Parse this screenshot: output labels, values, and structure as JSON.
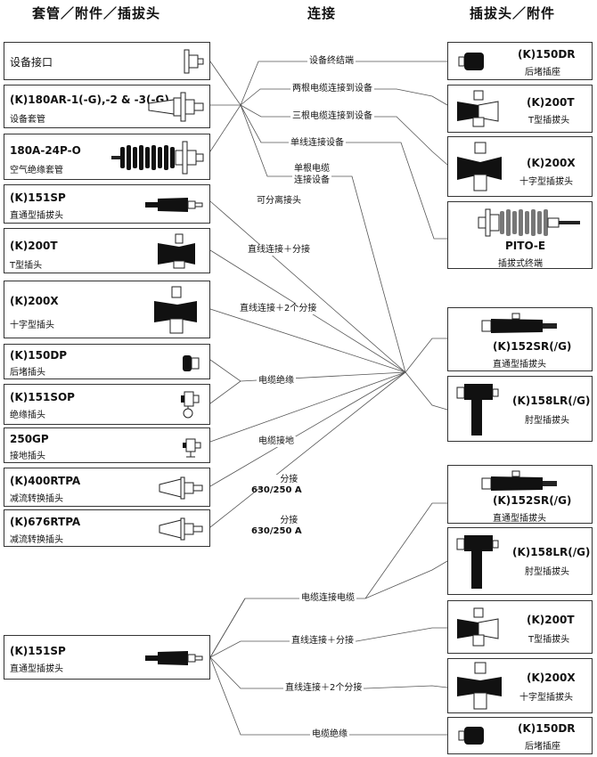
{
  "headers": {
    "left": "套管／附件／插拔头",
    "center": "连接",
    "right": "插拔头／附件"
  },
  "left_items": [
    {
      "code": "设备接口",
      "name": "",
      "icon": "bushing-interface-icon"
    },
    {
      "code": "(K)180AR-1(-G),-2 & -3(-G)",
      "name": "设备套管",
      "icon": "equipment-bushing-icon"
    },
    {
      "code": "180A-24P-O",
      "name": "空气绝缘套管",
      "icon": "air-insulated-bushing-icon"
    },
    {
      "code": "(K)151SP",
      "name": "直通型插拔头",
      "icon": "straight-plug-icon"
    },
    {
      "code": "(K)200T",
      "name": "T型插头",
      "icon": "t-plug-icon"
    },
    {
      "code": "(K)200X",
      "name": "十字型插头",
      "icon": "cross-plug-icon"
    },
    {
      "code": "(K)150DP",
      "name": "后堵插头",
      "icon": "dead-end-plug-icon"
    },
    {
      "code": "(K)151SOP",
      "name": "绝缘插头",
      "icon": "insulating-plug-icon"
    },
    {
      "code": "250GP",
      "name": "接地插头",
      "icon": "grounding-plug-icon"
    },
    {
      "code": "(K)400RTPA",
      "name": "减流转换插头",
      "icon": "reducer-adapter-icon"
    },
    {
      "code": "(K)676RTPA",
      "name": "减流转换插头",
      "icon": "reducer-adapter-icon"
    },
    {
      "code": "(K)151SP",
      "name": "直通型插拔头",
      "icon": "straight-plug-icon"
    }
  ],
  "right_items": [
    {
      "code": "(K)150DR",
      "name": "后堵插座",
      "icon": "dead-end-receptacle-icon"
    },
    {
      "code": "(K)200T",
      "name": "T型插拔头",
      "icon": "t-connector-icon"
    },
    {
      "code": "(K)200X",
      "name": "十字型插拔头",
      "icon": "cross-connector-icon"
    },
    {
      "code": "PITO-E",
      "name": "插拔式终端",
      "icon": "plug-in-termination-icon"
    },
    {
      "code": "(K)152SR(/G)",
      "name": "直通型插拔头",
      "icon": "straight-connector-icon"
    },
    {
      "code": "(K)158LR(/G)",
      "name": "肘型插拔头",
      "icon": "elbow-connector-icon"
    },
    {
      "code": "(K)152SR(/G)",
      "name": "直通型插拔头",
      "icon": "straight-connector-icon"
    },
    {
      "code": "(K)158LR(/G)",
      "name": "肘型插拔头",
      "icon": "elbow-connector-icon"
    },
    {
      "code": "(K)200T",
      "name": "T型插拔头",
      "icon": "t-connector-icon"
    },
    {
      "code": "(K)200X",
      "name": "十字型插拔头",
      "icon": "cross-connector-icon"
    },
    {
      "code": "(K)150DR",
      "name": "后堵插座",
      "icon": "dead-end-receptacle-icon"
    }
  ],
  "connections": [
    {
      "text": "设备终结端"
    },
    {
      "text": "两根电缆连接到设备"
    },
    {
      "text": "三根电缆连接到设备"
    },
    {
      "text": "单线连接设备"
    },
    {
      "text": "单根电缆\n连接设备"
    },
    {
      "text": "可分离接头"
    },
    {
      "text": "直线连接＋分接"
    },
    {
      "text": "直线连接＋2个分接"
    },
    {
      "text": "电缆绝缘"
    },
    {
      "text": "电缆接地"
    },
    {
      "text": "分接",
      "sub": "630/250 A"
    },
    {
      "text": "分接",
      "sub": "630/250 A"
    },
    {
      "text": "电缆连接电缆"
    },
    {
      "text": "直线连接＋分接"
    },
    {
      "text": "直线连接＋2个分接"
    },
    {
      "text": "电缆绝缘"
    }
  ]
}
